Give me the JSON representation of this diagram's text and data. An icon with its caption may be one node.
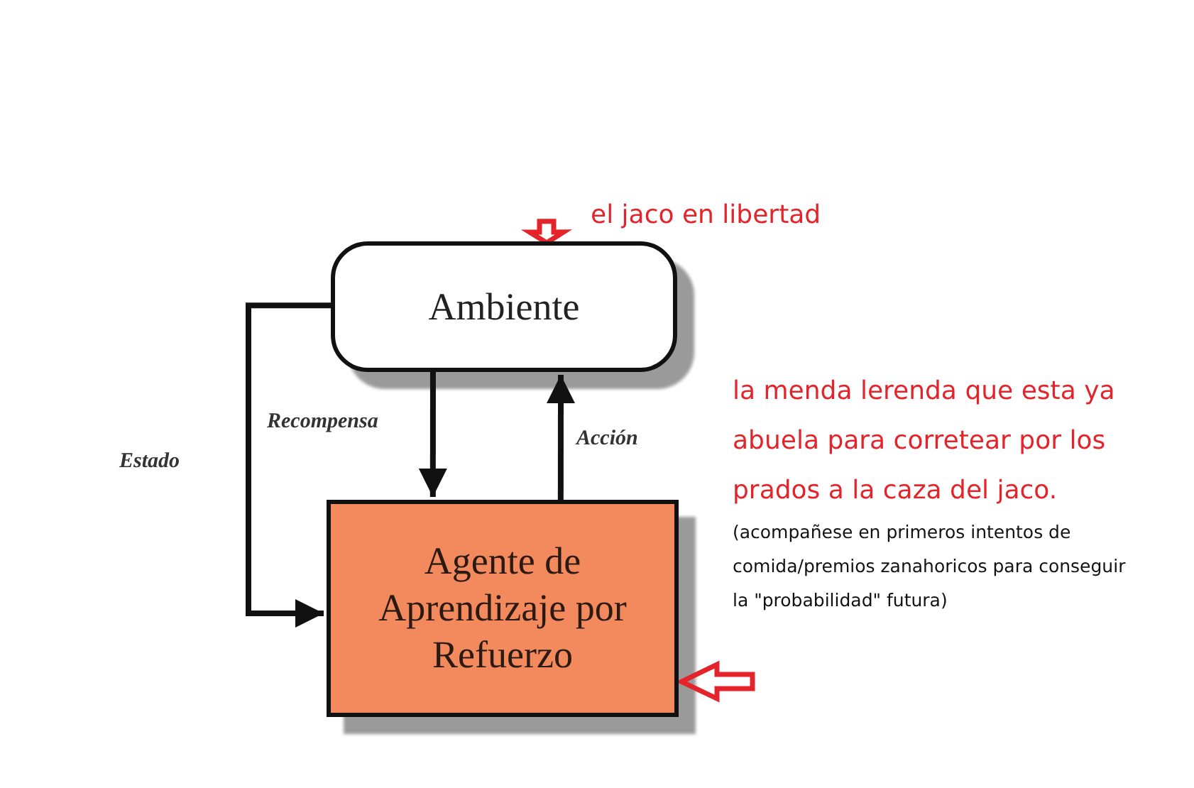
{
  "diagram": {
    "nodes": [
      {
        "text": [
          "Ambiente"
        ]
      },
      {
        "text": [
          "Agente de Aprendizaje por Refuerzo"
        ]
      },
      {
        "text": [
          "el jaco en libertad"
        ]
      },
      {
        "text": [
          "la menda lerenda que esta ya abuela para corretear por los prados  a la caza del jaco.",
          "(acompañese en primeros intentos de comida/premios zanahoricos para conseguir la \"probabilidad\" futura)"
        ]
      }
    ],
    "edges": [
      {
        "from": 0,
        "to": 1,
        "arrow": "to",
        "label": "Recompensa"
      },
      {
        "from": 1,
        "to": 0,
        "arrow": "to",
        "label": "Acción"
      },
      {
        "from": 0,
        "to": 1,
        "arrow": "to",
        "label": "Estado"
      },
      {
        "from": 2,
        "to": 0,
        "arrow": "to",
        "style": "thick",
        "color": "#e3242b"
      },
      {
        "from": 3,
        "to": 1,
        "arrow": "to",
        "style": "thick",
        "color": "#e3242b"
      }
    ]
  }
}
